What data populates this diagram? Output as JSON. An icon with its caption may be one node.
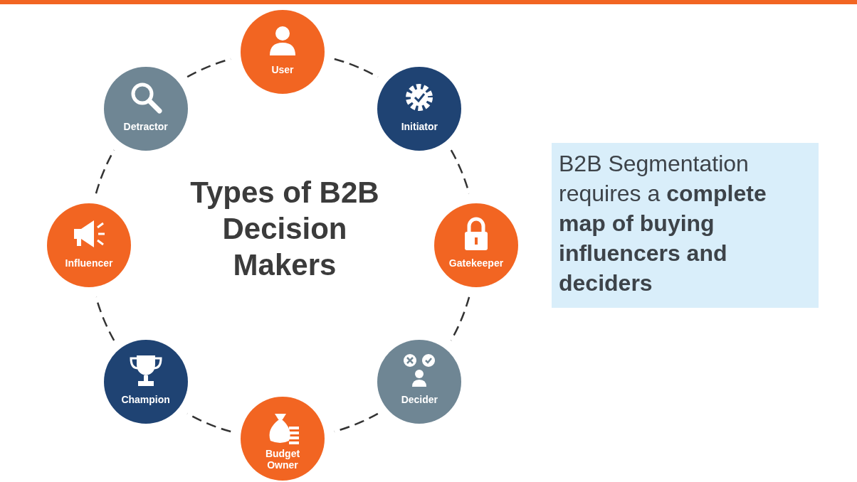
{
  "diagram": {
    "title": "Types of B2B Decision Makers",
    "nodes": [
      {
        "text": [
          "User"
        ]
      },
      {
        "text": [
          "Initiator"
        ]
      },
      {
        "text": [
          "Gatekeeper"
        ]
      },
      {
        "text": [
          "Decider"
        ]
      },
      {
        "text": [
          "Budget Owner"
        ]
      },
      {
        "text": [
          "Champion"
        ]
      },
      {
        "text": [
          "Influencer"
        ]
      },
      {
        "text": [
          "Detractor"
        ]
      },
      {
        "text": [
          "B2B Segmentation requires a **complete map of buying influencers and deciders**"
        ]
      }
    ],
    "edges": [
      {
        "from": 0,
        "to": 1,
        "arrow": "none",
        "style": "dashed"
      },
      {
        "from": 1,
        "to": 2,
        "arrow": "none",
        "style": "dashed"
      },
      {
        "from": 2,
        "to": 3,
        "arrow": "none",
        "style": "dashed"
      },
      {
        "from": 3,
        "to": 4,
        "arrow": "none",
        "style": "dashed"
      },
      {
        "from": 4,
        "to": 5,
        "arrow": "none",
        "style": "dashed"
      },
      {
        "from": 5,
        "to": 6,
        "arrow": "none",
        "style": "dashed"
      },
      {
        "from": 6,
        "to": 7,
        "arrow": "none",
        "style": "dashed"
      },
      {
        "from": 7,
        "to": 0,
        "arrow": "none",
        "style": "dashed"
      }
    ]
  }
}
